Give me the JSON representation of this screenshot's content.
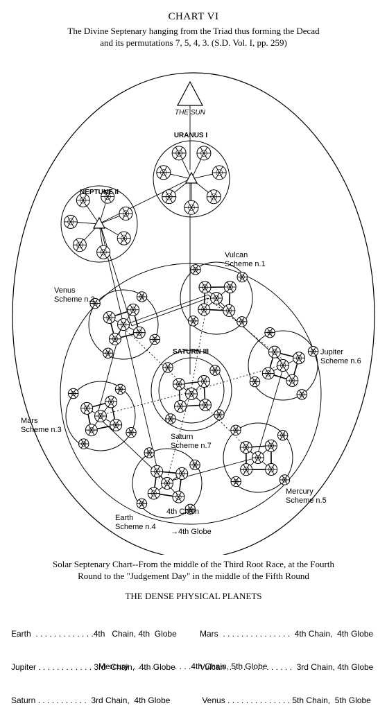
{
  "header": {
    "title": "CHART  VI",
    "subtitle_line1": "The Divine Septenary hanging from the Triad thus forming the Decad",
    "subtitle_line2": "and its permutations 7, 5, 4, 3.  (S.D. Vol. I, pp. 259)"
  },
  "diagram": {
    "labels": {
      "sun": "THE SUN",
      "uranus": "URANUS  I",
      "neptune": "NEPTUNE  II",
      "saturn_upper": "SATURN  III",
      "vulcan": "Vulcan",
      "vulcan_scheme": "Scheme n.1",
      "venus": "Venus",
      "venus_scheme": "Scheme n.2",
      "jupiter": "Jupiter",
      "jupiter_scheme": "Scheme n.6",
      "mars": "Mars",
      "mars_scheme": "Scheme n.3",
      "saturn": "Saturn",
      "saturn_scheme": "Scheme n.7",
      "mercury": "Mercury",
      "mercury_scheme": "Scheme n.5",
      "earth": "Earth",
      "earth_scheme": "Scheme n.4",
      "fourth_chain": "4th Chain",
      "fourth_globe": "→4th Globe"
    }
  },
  "footer": {
    "caption_line1": "Solar Septenary Chart--From the middle of the Third Root Race, at the Fourth",
    "caption_line2": "Round to the \"Judgement Day\" in the middle of the Fifth Round",
    "table_heading": "THE DENSE PHYSICAL PLANETS",
    "rows_left": [
      "Earth  . . . . . . . . . . . . .4th   Chain, 4th  Globe",
      "Jupiter . . . . . . . . . . . . 3rd  Chain,  4th Globe",
      "Saturn . . . . . . . . . . .  3rd Chain,  4th Globe"
    ],
    "rows_right": [
      "Mars  . . . . . . . . . . . . . . .  4th Chain,  4th Globe",
      "Vulcan  . . . . . . . . . . . . . .  3rd Chain, 4th Globe",
      " Venus . . . . . . . . . . . . . . 5th Chain,  5th Globe"
    ],
    "row_center": "Mercury  . . . . . . . . . . . . .4th Chain, 5th Globe"
  }
}
